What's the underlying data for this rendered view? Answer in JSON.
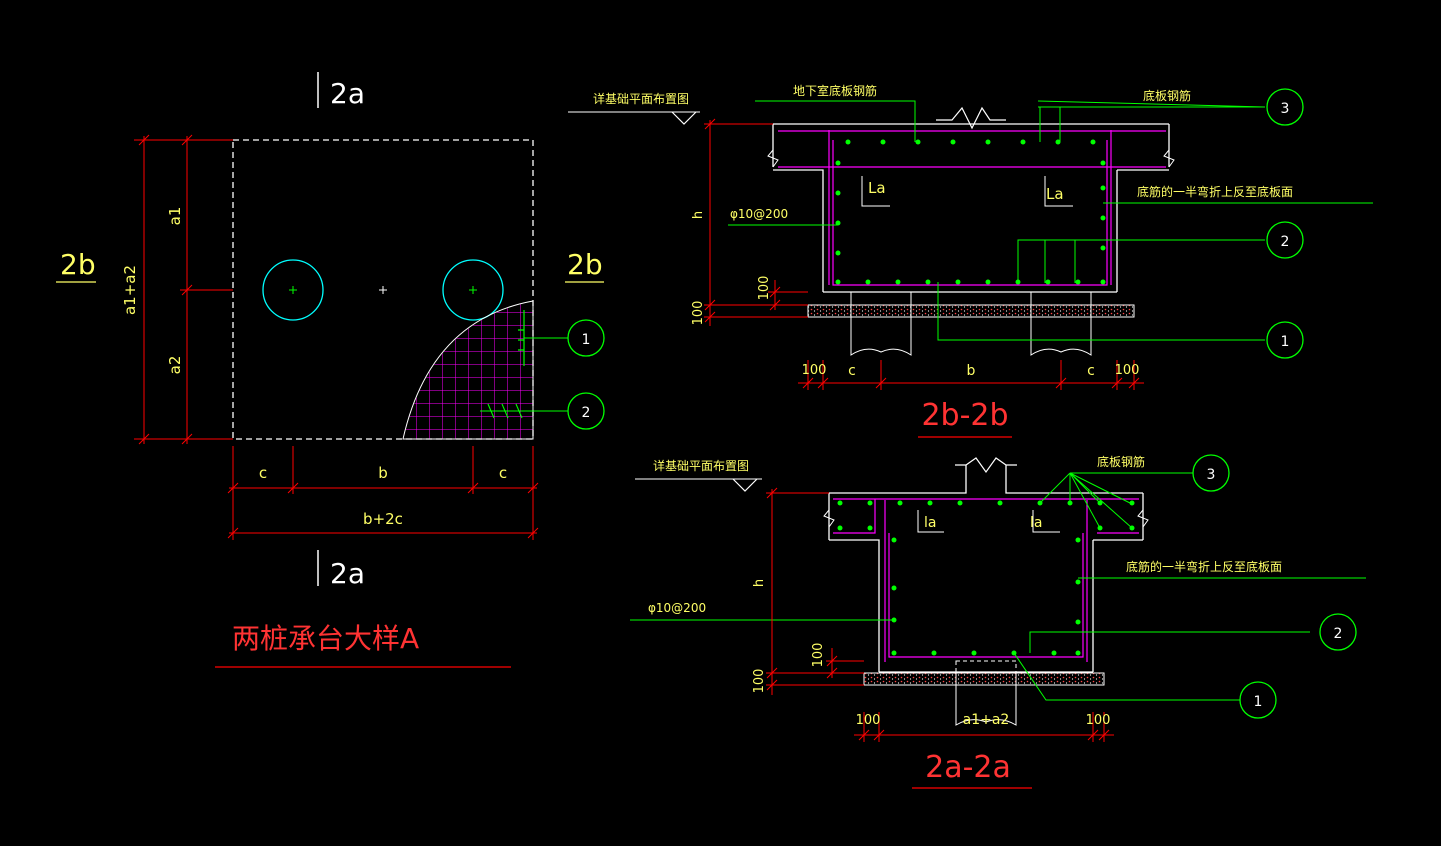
{
  "colors": {
    "background": "#000000",
    "dimension": "#ff0000",
    "rebar_magenta": "#ff00ff",
    "leader": "#00ff00",
    "rebar_dot": "#00ff00",
    "pile": "#00ffff",
    "label_text": "#ffff66",
    "title_text": "#ff3333",
    "outline": "#ffffff"
  },
  "plan": {
    "title": "两桩承台大样A",
    "section_a_top": "2a",
    "section_a_bottom": "2a",
    "section_b_left": "2b",
    "section_b_right": "2b",
    "dim_a1": "a1",
    "dim_a2": "a2",
    "dim_a1a2": "a1+a2",
    "dim_c_left": "c",
    "dim_b": "b",
    "dim_c_right": "c",
    "dim_total": "b+2c",
    "callout_1": "1",
    "callout_2": "2"
  },
  "section_bb": {
    "title": "2b-2b",
    "note_ref": "详基础平面布置图",
    "note_basement": "地下室底板钢筋",
    "note_slab": "底板钢筋",
    "note_bend": "底筋的一半弯折上反至底板面",
    "note_stirrup": "φ10@200",
    "label_la_left": "La",
    "label_la_right": "La",
    "dim_h": "h",
    "dim_100_upper": "100",
    "dim_100_lower": "100",
    "dim_100_left": "100",
    "dim_c_left": "c",
    "dim_b": "b",
    "dim_c_right": "c",
    "dim_100_right": "100",
    "callout_3": "3",
    "callout_2": "2",
    "callout_1": "1"
  },
  "section_aa": {
    "title": "2a-2a",
    "note_ref": "详基础平面布置图",
    "note_slab": "底板钢筋",
    "note_bend": "底筋的一半弯折上反至底板面",
    "note_stirrup": "φ10@200",
    "label_la_left": "la",
    "label_la_right": "la",
    "dim_h": "h",
    "dim_100_upper": "100",
    "dim_100_lower": "100",
    "dim_100_left": "100",
    "dim_a1a2": "a1+a2",
    "dim_100_right": "100",
    "callout_3": "3",
    "callout_2": "2",
    "callout_1": "1"
  }
}
